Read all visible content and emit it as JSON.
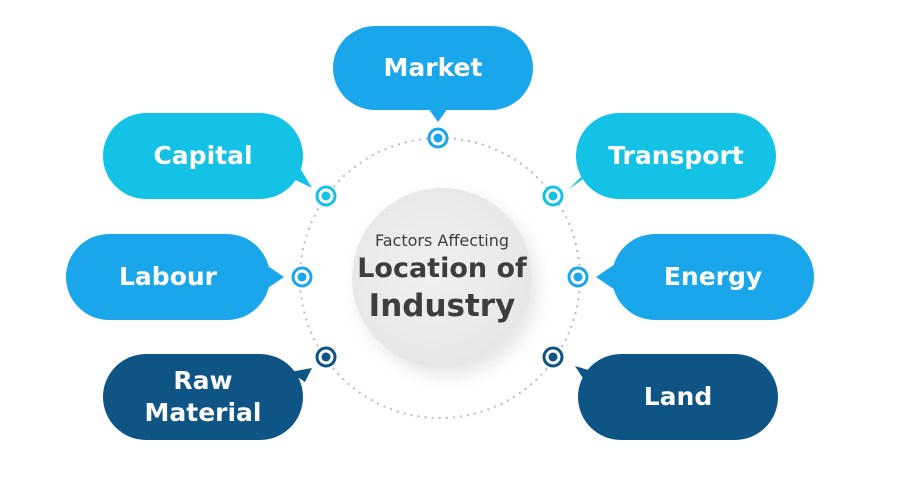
{
  "center": {
    "subtitle": "Factors Affecting",
    "title_line1": "Location of",
    "title_line2": "Industry"
  },
  "factors": [
    {
      "id": "market",
      "label": "Market",
      "color": "#1aa6ea"
    },
    {
      "id": "capital",
      "label": "Capital",
      "color": "#14c2e6"
    },
    {
      "id": "transport",
      "label": "Transport",
      "color": "#14c2e6"
    },
    {
      "id": "labour",
      "label": "Labour",
      "color": "#1aa6ea"
    },
    {
      "id": "energy",
      "label": "Energy",
      "color": "#1aa6ea"
    },
    {
      "id": "raw-material",
      "label_line1": "Raw",
      "label_line2": "Material",
      "color": "#0e5484"
    },
    {
      "id": "land",
      "label": "Land",
      "color": "#0e5484"
    }
  ],
  "colors": {
    "marker_light": "#14c2e6",
    "marker_mid": "#1aa6ea",
    "marker_dark": "#0e5484",
    "dots": "#b9bcc2",
    "center_text": "#3d3d3f"
  }
}
